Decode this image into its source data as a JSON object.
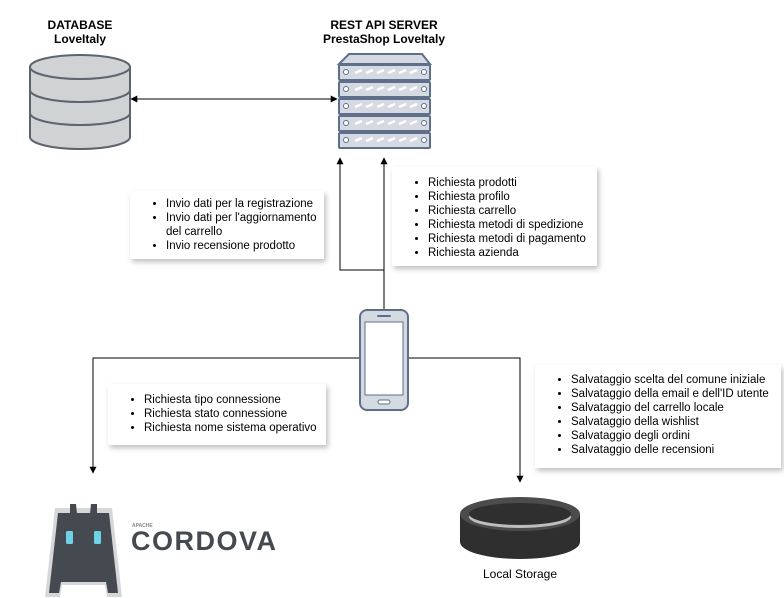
{
  "database": {
    "title": "DATABASE",
    "subtitle": "LoveItaly"
  },
  "server": {
    "title": "REST API SERVER",
    "subtitle": "PrestaShop LoveItaly"
  },
  "notes": {
    "left_requests": [
      "Invio dati per la registrazione",
      "Invio dati per l'aggiornamento del carrello",
      "Invio recensione prodotto"
    ],
    "right_requests": [
      "Richiesta prodotti",
      "Richiesta profilo",
      "Richiesta carrello",
      "Richiesta metodi di spedizione",
      "Richiesta metodi di pagamento",
      "Richiesta azienda"
    ],
    "cordova_requests": [
      "Richiesta tipo connessione",
      "Richiesta stato connessione",
      "Richiesta nome sistema operativo"
    ],
    "storage_items": [
      "Salvataggio scelta del comune iniziale",
      "Salvataggio della email e dell'ID utente",
      "Salvataggio del carrello locale",
      "Salvataggio della wishlist",
      "Salvataggio degli ordini",
      "Salvataggio delle recensioni"
    ]
  },
  "cordova": {
    "wordmark": "CORDOVA",
    "small_caption": "APACHE"
  },
  "local_storage": {
    "label": "Local Storage"
  },
  "colors": {
    "device_fill": "#d5dae2",
    "device_stroke": "#5e6f8b",
    "db_fill": "#d0d2d4",
    "storage_dark": "#2f2f2f",
    "cordova_dark": "#444a50",
    "cordova_eye": "#6ed2e8"
  }
}
